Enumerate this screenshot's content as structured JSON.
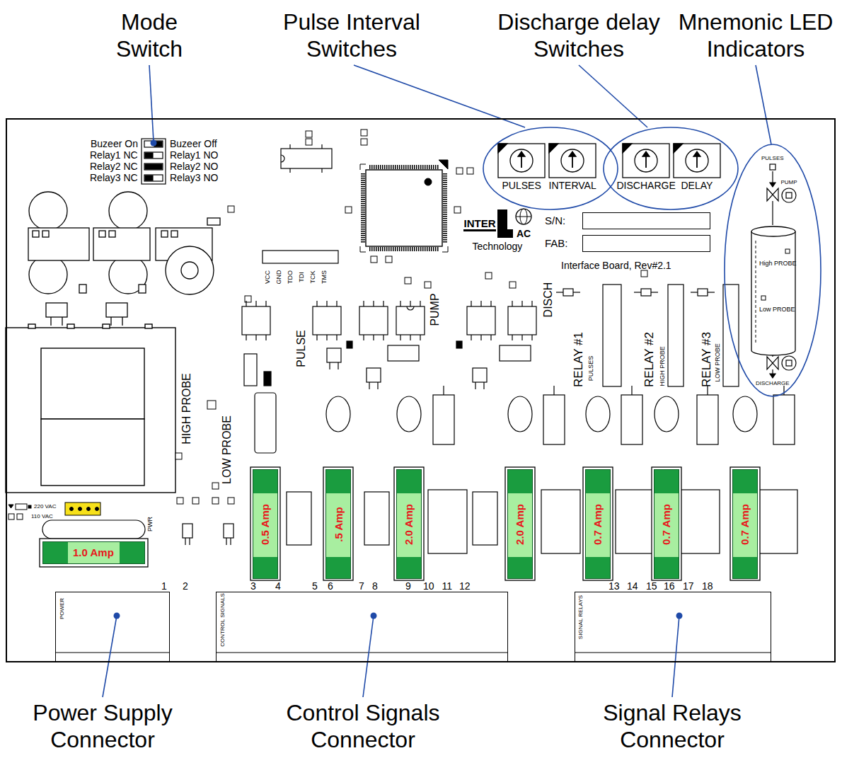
{
  "diagram": {
    "nodes": [
      {
        "text": [
          "Interface Board, Rev#2.1"
        ]
      },
      {
        "text": [
          "S/N:"
        ],
        "in": 0
      },
      {
        "text": [
          "FAB:"
        ],
        "in": 0
      },
      {
        "text": [
          "High PROBE",
          "Low PROBE"
        ],
        "in": 0
      },
      {
        "text": [
          "0.5 Amp"
        ],
        "in": 0
      },
      {
        "text": [
          ".5 Amp"
        ],
        "in": 0
      },
      {
        "text": [
          "2.0 Amp"
        ],
        "in": 0
      },
      {
        "text": [
          "2.0 Amp"
        ],
        "in": 0
      },
      {
        "text": [
          "0.7 Amp"
        ],
        "in": 0
      },
      {
        "text": [
          "0.7 Amp"
        ],
        "in": 0
      },
      {
        "text": [
          "0.7 Amp"
        ],
        "in": 0
      },
      {
        "text": [
          "1.0 Amp"
        ],
        "in": 0
      },
      {
        "text": [
          "POWER"
        ],
        "in": 0
      },
      {
        "text": [
          "CONTROL SIGNALS"
        ],
        "in": 0
      },
      {
        "text": [
          "SIGNAL RELAYS"
        ],
        "in": 0
      }
    ],
    "labels": [
      "Mode Switch",
      "Pulse Interval Switches",
      "Discharge delay Switches",
      "Mnemonic LED Indicators",
      "Buzeer On",
      "Buzeer Off",
      "Relay1 NC",
      "Relay1 NO",
      "Relay2 NC",
      "Relay2 NO",
      "Relay3 NC",
      "Relay3 NO",
      "PULSES",
      "PULSES",
      "INTERVAL",
      "DISCHARGE",
      "DELAY",
      "PUMP",
      "INTER",
      "AC",
      "Technology",
      "VCC",
      "GND",
      "TDO",
      "TDI",
      "TCK",
      "TMS",
      "PULSE",
      "PUMP",
      "DISCH",
      "RELAY #1",
      "PULSES",
      "RELAY #2",
      "HIGH PROBE",
      "RELAY #3",
      "LOW PROBE",
      "DISCHARGE",
      "HIGH PROBE",
      "LOW PROBE",
      "220 VAC",
      "110 VAC",
      "PWR",
      "1",
      "2",
      "3",
      "4",
      "5",
      "6",
      "7",
      "8",
      "9",
      "10",
      "11",
      "12",
      "13",
      "14",
      "15",
      "16",
      "17",
      "18",
      "Power Supply Connector",
      "Control Signals Connector",
      "Signal Relays Connector"
    ]
  }
}
